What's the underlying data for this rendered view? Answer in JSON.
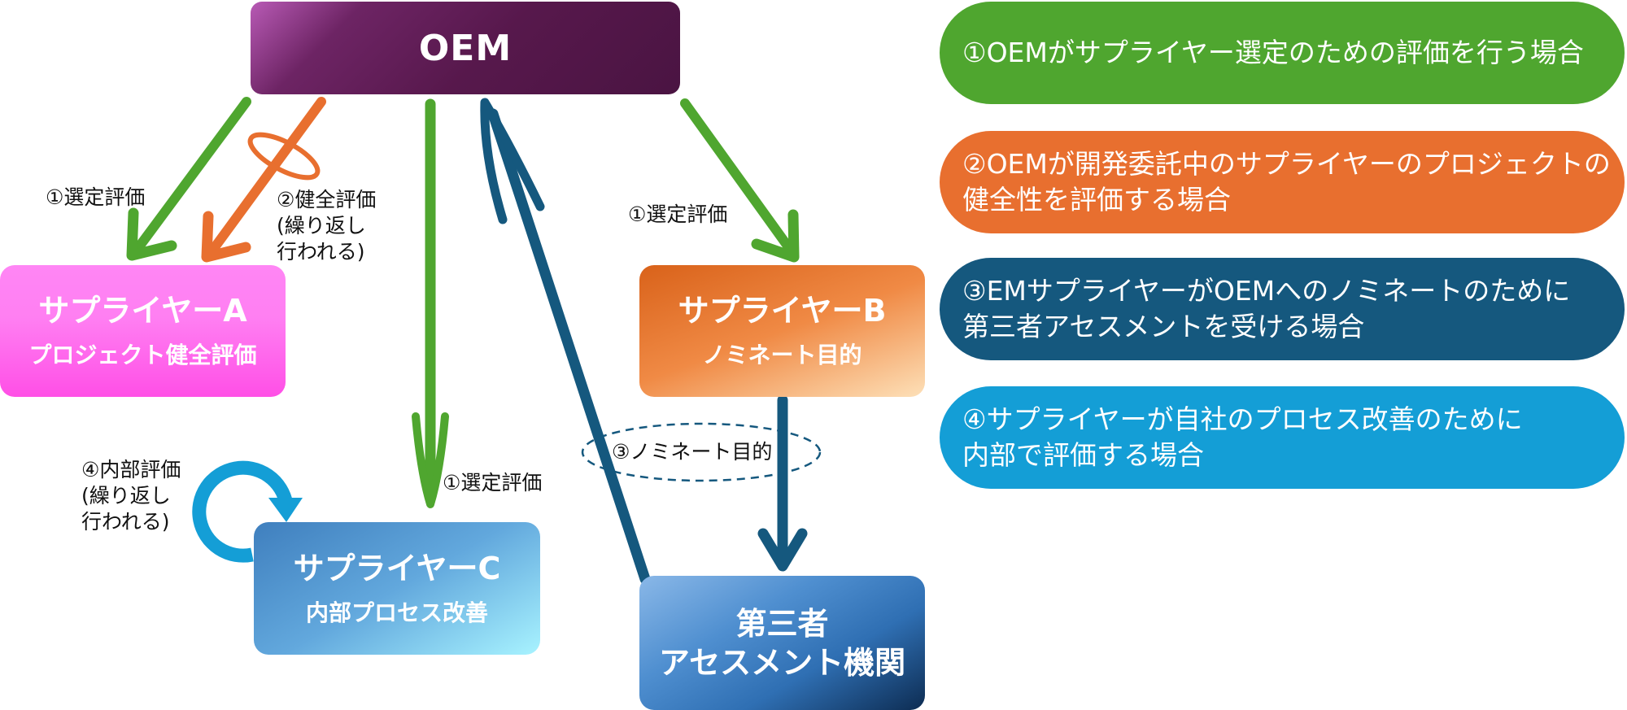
{
  "nodes": {
    "oem": "OEM",
    "supplier_a": {
      "title": "サプライヤーA",
      "subtitle": "プロジェクト健全評価"
    },
    "supplier_b": {
      "title": "サプライヤーB",
      "subtitle": "ノミネート目的"
    },
    "supplier_c": {
      "title": "サプライヤーC",
      "subtitle": "内部プロセス改善"
    },
    "third_party": {
      "line1": "第三者",
      "line2": "アセスメント機関"
    }
  },
  "edge_labels": {
    "select_a": "①選定評価",
    "health_a": "②健全評価\n(繰り返し\n行われる)",
    "select_b": "①選定評価",
    "select_c": "①選定評価",
    "nominate": "③ノミネート目的",
    "internal_c": "④内部評価\n(繰り返し\n行われる)"
  },
  "legend": [
    {
      "text": "①OEMがサプライヤー選定のための評価を行う場合",
      "color": "#4fa62f"
    },
    {
      "text": "②OEMが開発委託中のサプライヤーのプロジェクトの\n健全性を評価する場合",
      "color": "#e86f2f"
    },
    {
      "text": "③EMサプライヤーがOEMへのノミネートのために\n第三者アセスメントを受ける場合",
      "color": "#15587e"
    },
    {
      "text": "④サプライヤーが自社のプロセス改善のために\n内部で評価する場合",
      "color": "#149ed6"
    }
  ],
  "colors": {
    "green": "#4fa62f",
    "orange": "#e86f2f",
    "dark_blue": "#15587e",
    "light_blue": "#149ed6"
  }
}
